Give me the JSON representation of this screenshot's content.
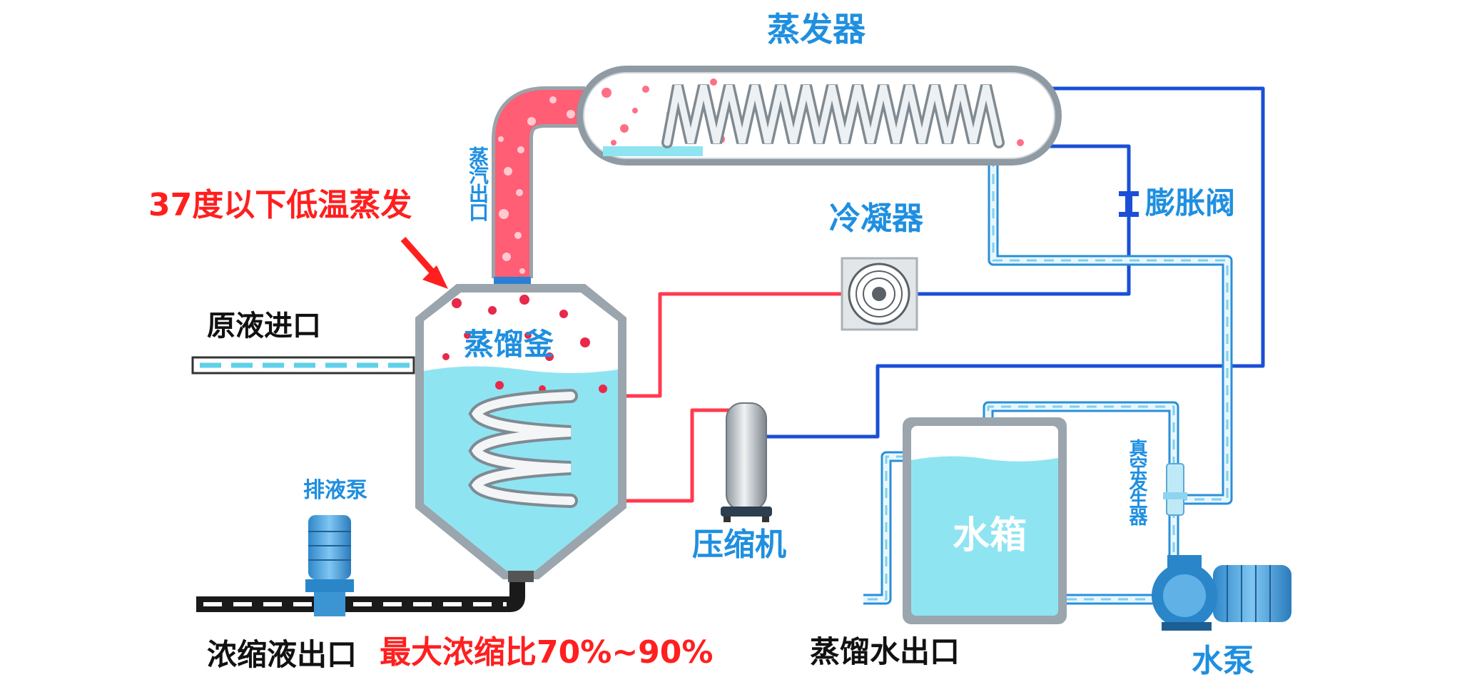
{
  "labels": {
    "evaporator": "蒸发器",
    "steam_outlet": "蒸汽出口",
    "low_temp_evaporation": "37度以下低温蒸发",
    "condenser": "冷凝器",
    "expansion_valve": "膨胀阀",
    "raw_liquid_inlet": "原液进口",
    "distillation_kettle": "蒸馏釜",
    "drain_pump": "排液泵",
    "compressor": "压缩机",
    "water_tank": "水箱",
    "vacuum_generator": "真空发生器",
    "concentrate_outlet": "浓缩液出口",
    "max_concentration_ratio": "最大浓缩比70%~90%",
    "distilled_water_outlet": "蒸馏水出口",
    "water_pump": "水泵"
  },
  "colors": {
    "label_blue": "#1f8fe0",
    "label_red": "#ff1f1f",
    "label_dark": "#111111",
    "hot_pipe": "#ff3b4e",
    "cold_pipe": "#1a4fd6",
    "water": "#8fe4f2",
    "steel": "#a9b3bb"
  }
}
